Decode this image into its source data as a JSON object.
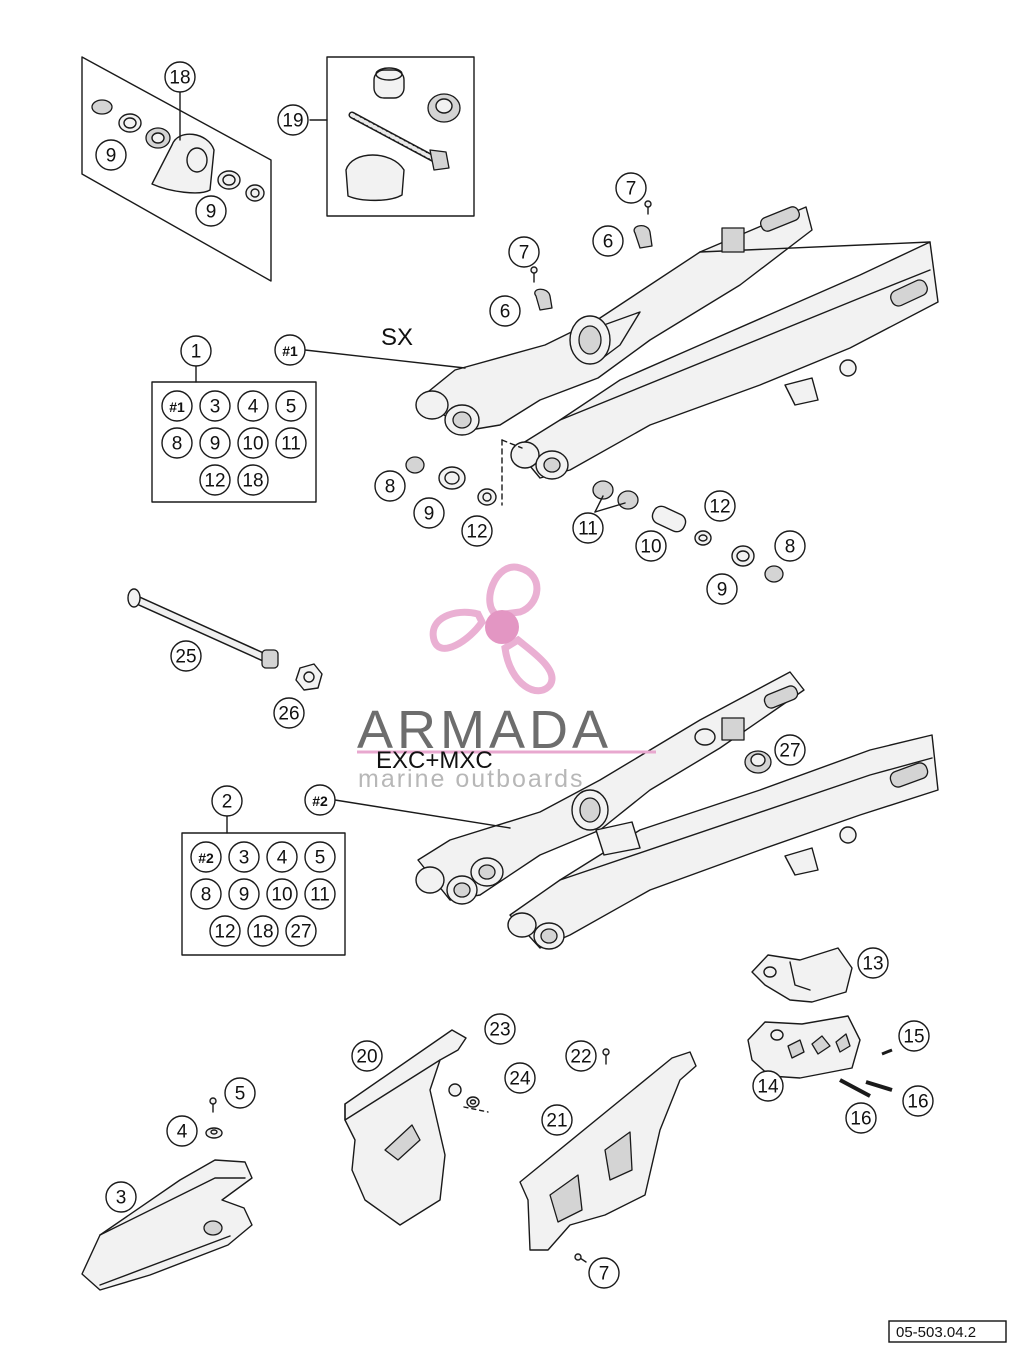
{
  "variants": {
    "sx_label": "SX",
    "exc_label": "EXC+MXC"
  },
  "kits": {
    "kit1": {
      "number": "1",
      "marker": "#1",
      "rows": [
        [
          "#1",
          "3",
          "4",
          "5"
        ],
        [
          "8",
          "9",
          "10",
          "11"
        ],
        [
          "12",
          "18"
        ]
      ]
    },
    "kit2": {
      "number": "2",
      "marker": "#2",
      "rows": [
        [
          "#2",
          "3",
          "4",
          "5"
        ],
        [
          "8",
          "9",
          "10",
          "11"
        ],
        [
          "12",
          "18",
          "27"
        ]
      ]
    }
  },
  "callouts": {
    "c18": "18",
    "c19": "19",
    "c9a": "9",
    "c9b": "9",
    "c7a": "7",
    "c7b": "7",
    "c6a": "6",
    "c6b": "6",
    "sx_marker": "#1",
    "c8a": "8",
    "c9c": "9",
    "c12a": "12",
    "c11": "11",
    "c10": "10",
    "c12b": "12",
    "c8b": "8",
    "c9d": "9",
    "c25": "25",
    "c26": "26",
    "c27": "27",
    "exc_marker": "#2",
    "c13": "13",
    "c14": "14",
    "c15": "15",
    "c16a": "16",
    "c16b": "16",
    "c20": "20",
    "c21": "21",
    "c22": "22",
    "c23": "23",
    "c24": "24",
    "c3": "3",
    "c4": "4",
    "c5": "5",
    "c7c": "7"
  },
  "watermark": {
    "brand": "ARMADA",
    "tagline": "marine outboards",
    "logo_color": "#e8a8cf",
    "logo_center_color": "#e08bbd"
  },
  "drawing_code": "05-503.04.2"
}
